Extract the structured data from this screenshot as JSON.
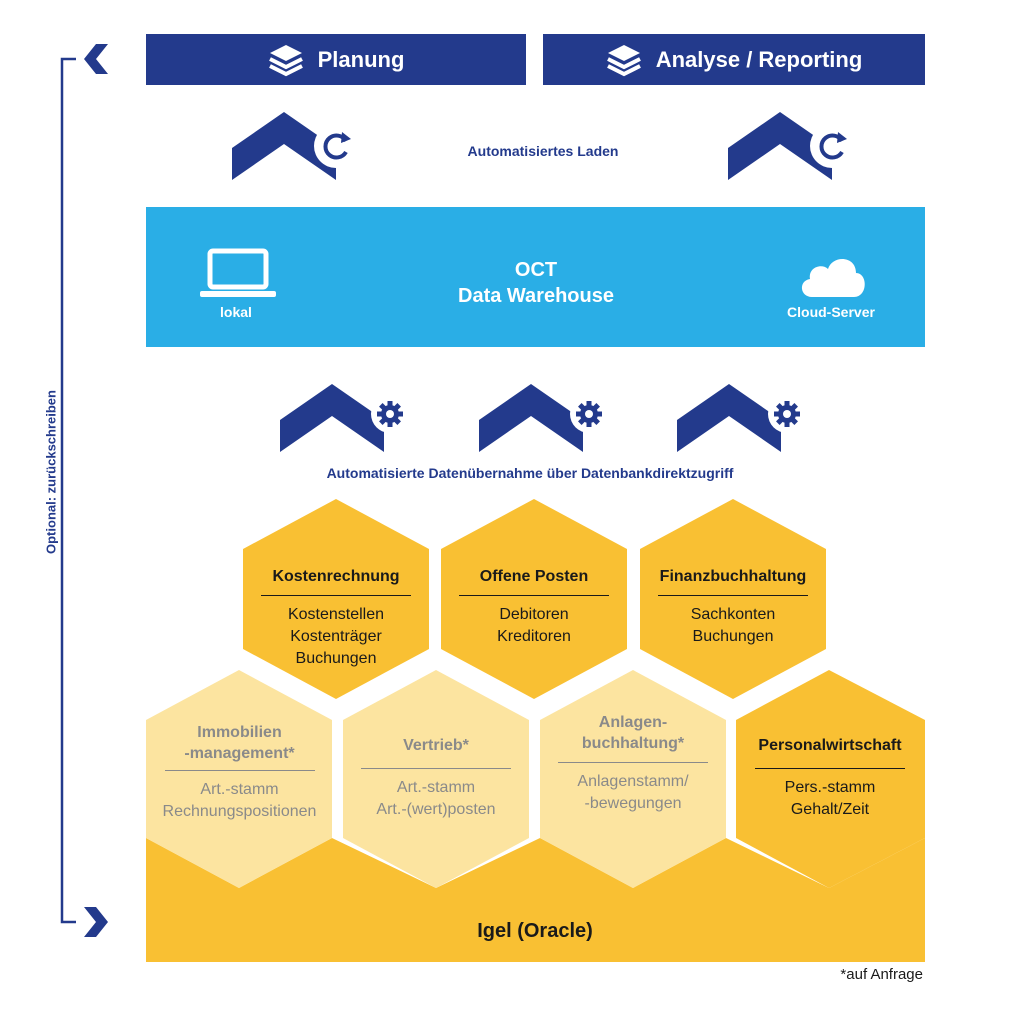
{
  "top": {
    "planung": "Planung",
    "analyse": "Analyse / Reporting"
  },
  "load_label": "Automatisiertes Laden",
  "warehouse": {
    "title_line1": "OCT",
    "title_line2": "Data Warehouse",
    "local_label": "lokal",
    "cloud_label": "Cloud-Server"
  },
  "transfer_label": "Automatisierte Datenübernahme über Datenbankdirektzugriff",
  "side_label": "Optional: zurückschreiben",
  "modules": {
    "kostenrechnung": {
      "title": "Kostenrechnung",
      "items": [
        "Kostenstellen",
        "Kostenträger",
        "Buchungen"
      ]
    },
    "offene_posten": {
      "title": "Offene Posten",
      "items": [
        "Debitoren",
        "Kreditoren"
      ]
    },
    "finanzbuchhaltung": {
      "title": "Finanzbuchhaltung",
      "items": [
        "Sachkonten",
        "Buchungen"
      ]
    },
    "immobilien": {
      "title_line1": "Immobilien",
      "title_line2": "-management*",
      "items": [
        "Art.-stamm",
        "Rechnungspositionen"
      ]
    },
    "vertrieb": {
      "title": "Vertrieb*",
      "items": [
        "Art.-stamm",
        "Art.-(wert)posten"
      ]
    },
    "anlagen": {
      "title_line1": "Anlagen-",
      "title_line2": "buchhaltung*",
      "items": [
        "Anlagenstamm/",
        "-bewegungen"
      ]
    },
    "personal": {
      "title": "Personalwirtschaft",
      "items": [
        "Pers.-stamm",
        "Gehalt/Zeit"
      ]
    }
  },
  "base_label": "Igel (Oracle)",
  "footnote": "*auf Anfrage",
  "colors": {
    "navy": "#233a8c",
    "sky": "#2aaee6",
    "yellow": "#f9c033",
    "pale_yellow": "#fce4a0"
  },
  "icons": [
    "layers-icon",
    "up-arrow-refresh-icon",
    "up-arrow-gear-icon",
    "laptop-icon",
    "cloud-icon",
    "chevron-left-icon",
    "chevron-right-icon"
  ]
}
